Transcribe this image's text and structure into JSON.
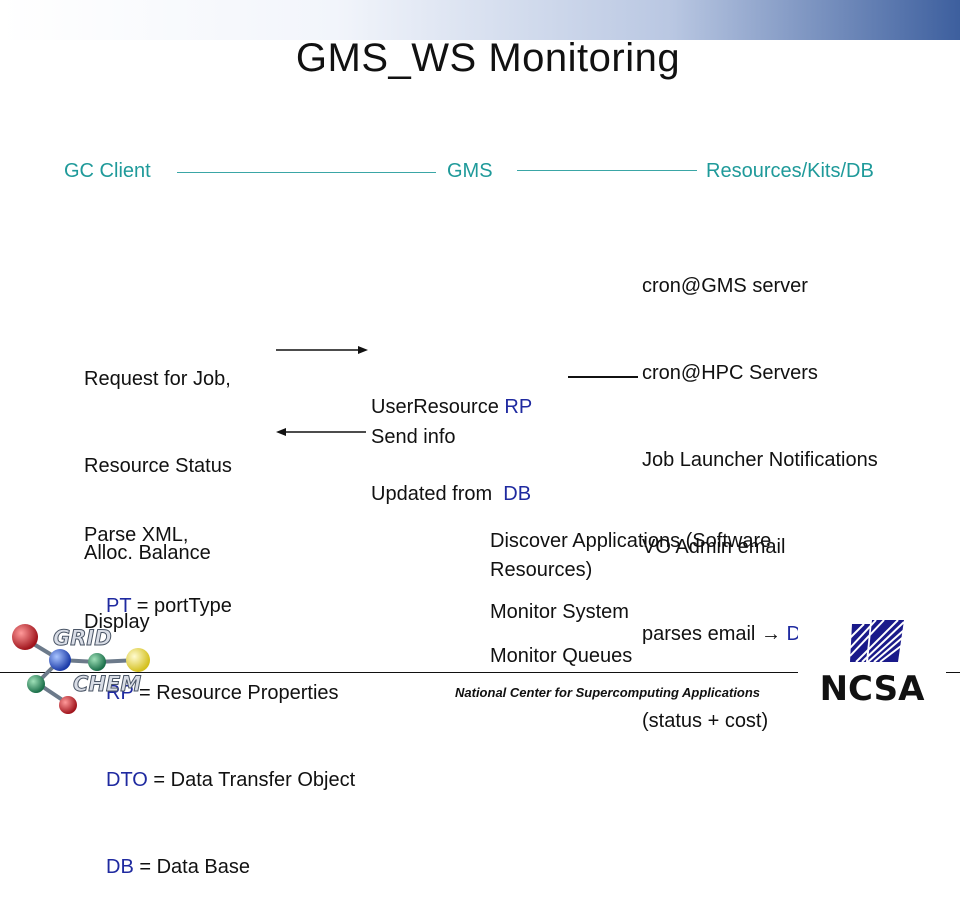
{
  "title": "GMS_WS  Monitoring",
  "columns": {
    "gc_client": "GC Client",
    "gms": "GMS",
    "resources": "Resources/Kits/DB"
  },
  "cron_block": [
    "cron@GMS server",
    "cron@HPC Servers",
    "Job Launcher Notifications",
    "VO Admin email"
  ],
  "parses_line": {
    "prefix": "parses email ",
    "arrow": "→",
    "db": " DB"
  },
  "status_cost": "(status + cost)",
  "request_block": [
    "Request for Job,",
    "Resource Status",
    "Alloc. Balance"
  ],
  "userresource": {
    "text": "UserResource ",
    "rp": "RP"
  },
  "updated": {
    "text": "Updated from  ",
    "db": "DB"
  },
  "send_info": "Send info",
  "parse_block": [
    "Parse XML,",
    "Display"
  ],
  "legend": [
    {
      "abbr": "PT",
      "def": " = portType"
    },
    {
      "abbr": "RP",
      "def": " = Resource Properties"
    },
    {
      "abbr": "DTO",
      "def": " = Data Transfer Object"
    },
    {
      "abbr": "DB",
      "def": " = Data Base"
    }
  ],
  "discover": [
    "Discover  Applications (Software",
    "Resources)"
  ],
  "monitor_system": "Monitor System",
  "monitor_queues": "Monitor Queues",
  "footer": "National Center for Supercomputing Applications",
  "logos": {
    "left": "GRID CHEM",
    "right": "NCSA"
  },
  "colors": {
    "teal": "#1f9a9a",
    "blue": "#1f2aa0",
    "bar_end": "#3d5f9e"
  }
}
